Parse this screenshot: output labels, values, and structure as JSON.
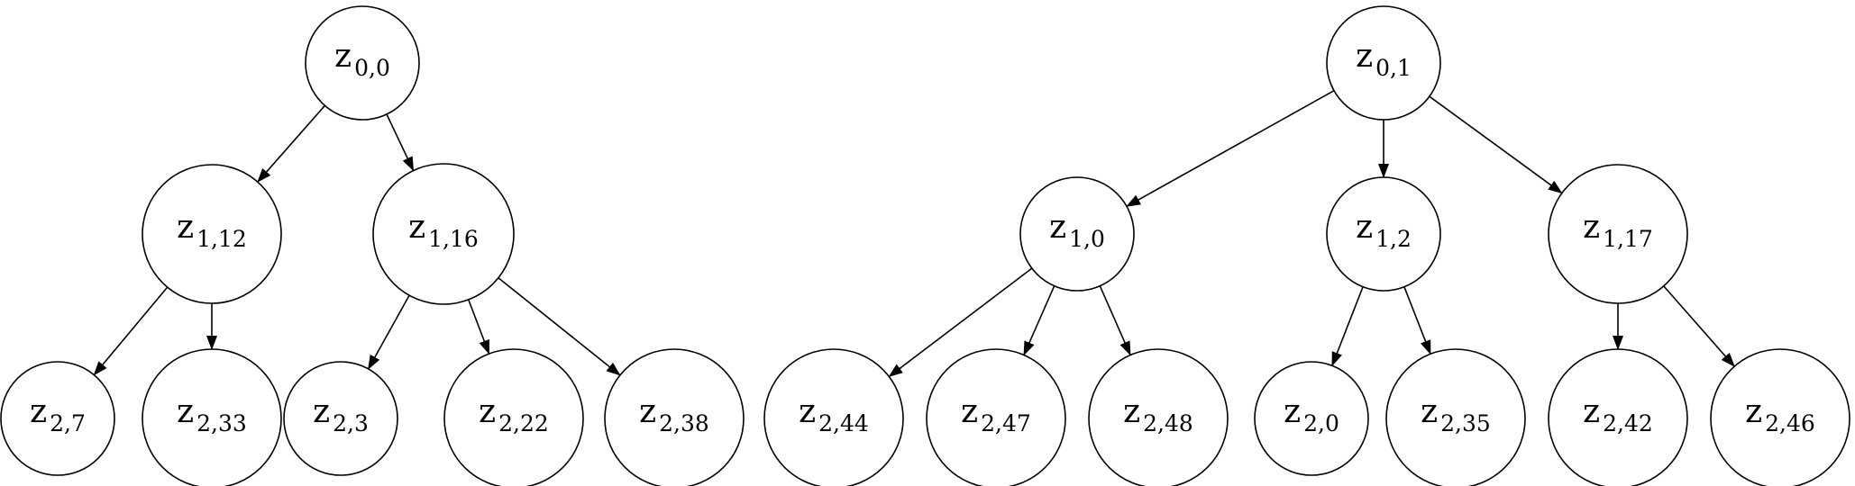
{
  "diagram": {
    "trees": [
      {
        "root": "z0_0",
        "nodes": [
          {
            "id": "z0_0",
            "base": "z",
            "sub": "0,0"
          },
          {
            "id": "z1_12",
            "base": "z",
            "sub": "1,12"
          },
          {
            "id": "z1_16",
            "base": "z",
            "sub": "1,16"
          },
          {
            "id": "z2_7",
            "base": "z",
            "sub": "2,7"
          },
          {
            "id": "z2_33",
            "base": "z",
            "sub": "2,33"
          },
          {
            "id": "z2_3",
            "base": "z",
            "sub": "2,3"
          },
          {
            "id": "z2_22",
            "base": "z",
            "sub": "2,22"
          },
          {
            "id": "z2_38",
            "base": "z",
            "sub": "2,38"
          }
        ],
        "edges": [
          [
            "z0_0",
            "z1_12"
          ],
          [
            "z0_0",
            "z1_16"
          ],
          [
            "z1_12",
            "z2_7"
          ],
          [
            "z1_12",
            "z2_33"
          ],
          [
            "z1_16",
            "z2_3"
          ],
          [
            "z1_16",
            "z2_22"
          ],
          [
            "z1_16",
            "z2_38"
          ]
        ]
      },
      {
        "root": "z0_1",
        "nodes": [
          {
            "id": "z0_1",
            "base": "z",
            "sub": "0,1"
          },
          {
            "id": "z1_0",
            "base": "z",
            "sub": "1,0"
          },
          {
            "id": "z1_2",
            "base": "z",
            "sub": "1,2"
          },
          {
            "id": "z1_17",
            "base": "z",
            "sub": "1,17"
          },
          {
            "id": "z2_44",
            "base": "z",
            "sub": "2,44"
          },
          {
            "id": "z2_47",
            "base": "z",
            "sub": "2,47"
          },
          {
            "id": "z2_48",
            "base": "z",
            "sub": "2,48"
          },
          {
            "id": "z2_0",
            "base": "z",
            "sub": "2,0"
          },
          {
            "id": "z2_35",
            "base": "z",
            "sub": "2,35"
          },
          {
            "id": "z2_42",
            "base": "z",
            "sub": "2,42"
          },
          {
            "id": "z2_46",
            "base": "z",
            "sub": "2,46"
          }
        ],
        "edges": [
          [
            "z0_1",
            "z1_0"
          ],
          [
            "z0_1",
            "z1_2"
          ],
          [
            "z0_1",
            "z1_17"
          ],
          [
            "z1_0",
            "z2_44"
          ],
          [
            "z1_0",
            "z2_47"
          ],
          [
            "z1_0",
            "z2_48"
          ],
          [
            "z1_2",
            "z2_0"
          ],
          [
            "z1_2",
            "z2_35"
          ],
          [
            "z1_17",
            "z2_42"
          ],
          [
            "z1_17",
            "z2_46"
          ]
        ]
      }
    ]
  }
}
